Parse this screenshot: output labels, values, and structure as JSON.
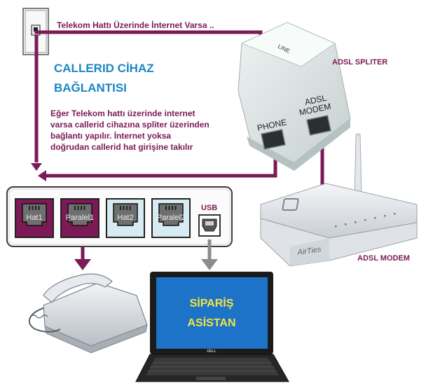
{
  "texts": {
    "top_note": "Telekom Hattı Üzerinde İnternet Varsa ..",
    "title_line1": "CALLERID CİHAZ",
    "title_line2": "BAĞLANTISI",
    "description": [
      "Eğer Telekom hattı üzerinde internet",
      "varsa callerid cihazına spliter üzerinden",
      "bağlantı yapılır. İnternet yoksa",
      "doğrudan callerid hat girişine takılır"
    ],
    "splitter_label": "ADSL SPLITER",
    "modem_label": "ADSL MODEM",
    "usb_label": "USB",
    "splitter_line": "LINE",
    "splitter_phone": "PHONE",
    "splitter_adsl_1": "ADSL",
    "splitter_adsl_2": "MODEM",
    "modem_brand": "AirTies",
    "laptop_brand": "DELL",
    "screen_line1": "SİPARİŞ",
    "screen_line2": "ASİSTAN"
  },
  "ports": [
    {
      "label": "Hat1",
      "active": true
    },
    {
      "label": "Paralel1",
      "active": true
    },
    {
      "label": "Hat2",
      "active": false
    },
    {
      "label": "Paralel2",
      "active": false
    }
  ],
  "colors": {
    "cable": "#7b1a57",
    "usb_cable": "#8c8c8c",
    "title": "#1b86c4",
    "port_active": "#7b1a57",
    "port_inactive": "#d7ecf2",
    "screen_bg": "#1d73c8",
    "screen_text": "#f5e342"
  },
  "icons": [
    "wall-jack-icon",
    "telephone-icon",
    "laptop-icon",
    "adsl-splitter-icon",
    "adsl-modem-icon",
    "usb-port-icon"
  ]
}
